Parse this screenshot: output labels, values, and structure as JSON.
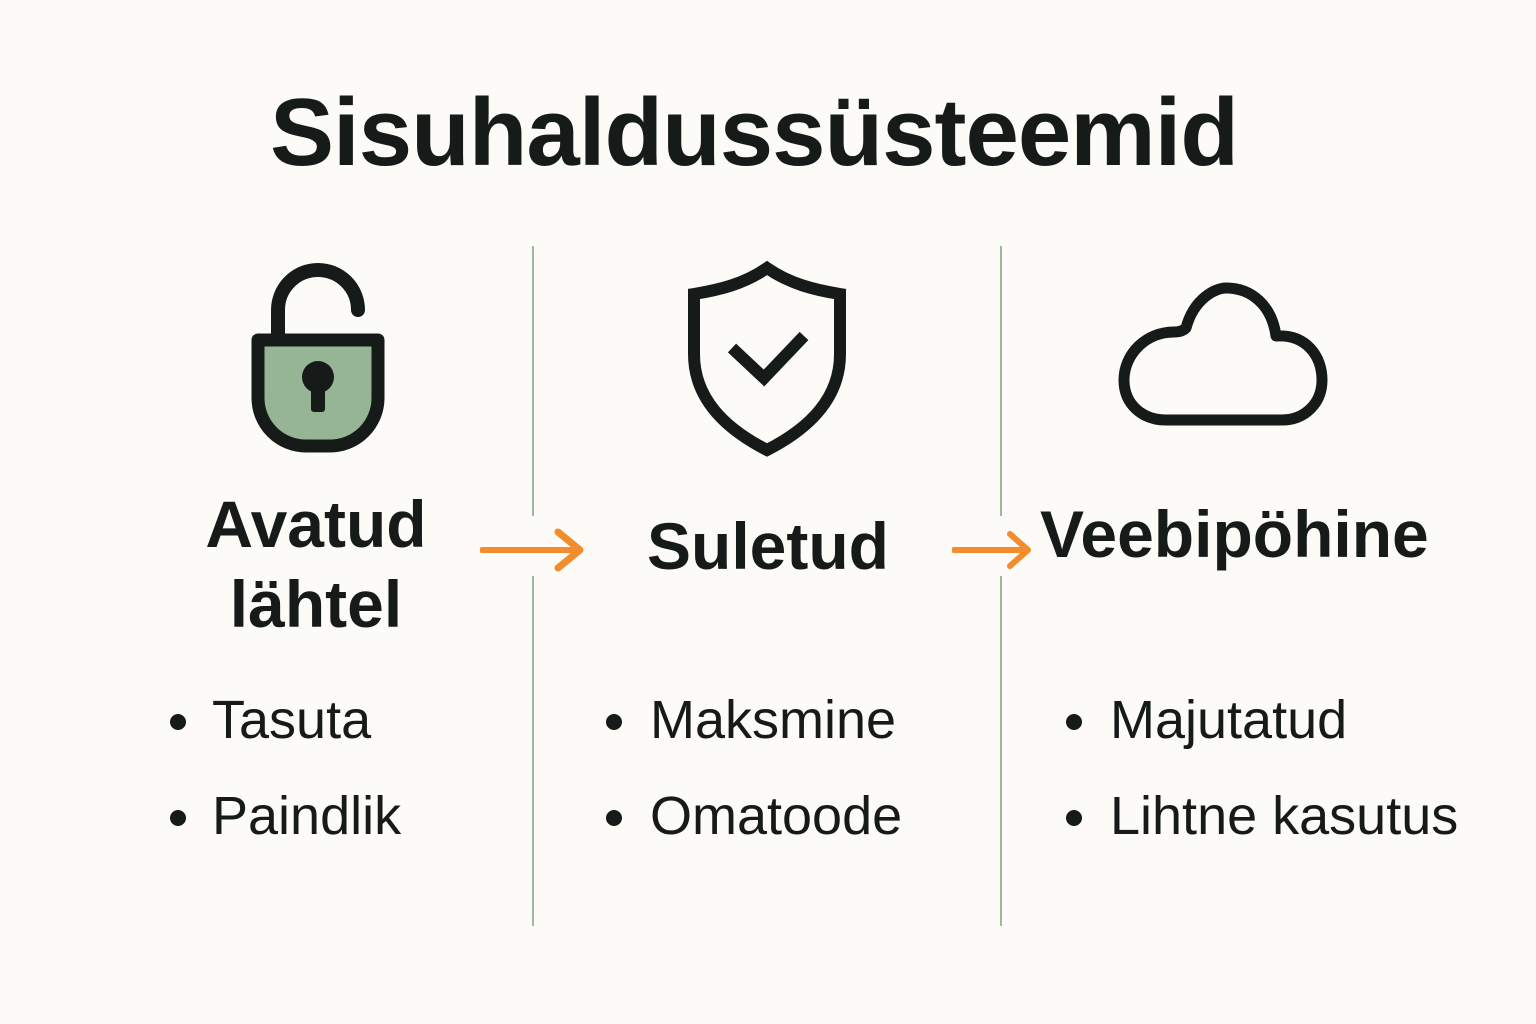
{
  "title": "Sisuhaldussüsteemid",
  "colors": {
    "background": "#fcfbf7",
    "text": "#161b19",
    "accent_green": "#96b595",
    "divider": "#9cb89d",
    "arrow_orange": "#f28c2c"
  },
  "columns": [
    {
      "icon": "unlocked-padlock-icon",
      "heading_line1": "Avatud",
      "heading_line2": "lähtel",
      "bullets": [
        "Tasuta",
        "Paindlik"
      ]
    },
    {
      "icon": "shield-check-icon",
      "heading": "Suletud",
      "bullets": [
        "Maksmine",
        "Omatoode"
      ]
    },
    {
      "icon": "cloud-icon",
      "heading": "Veebipöhine",
      "bullets": [
        "Majutatud",
        "Lihtne kasutus"
      ]
    }
  ],
  "arrows": [
    "arrow-right-icon",
    "arrow-right-icon"
  ]
}
